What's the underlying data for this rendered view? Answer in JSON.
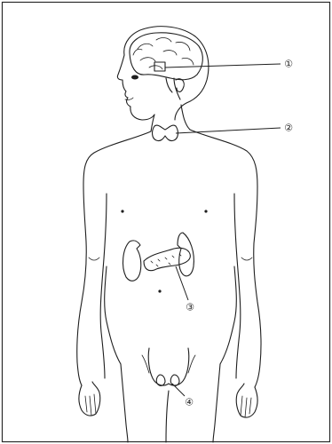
{
  "diagram": {
    "callouts": [
      {
        "id": "pituitary",
        "number": "①"
      },
      {
        "id": "thyroid",
        "number": "②"
      },
      {
        "id": "pancreas",
        "number": "③"
      },
      {
        "id": "testes",
        "number": "④"
      }
    ]
  }
}
